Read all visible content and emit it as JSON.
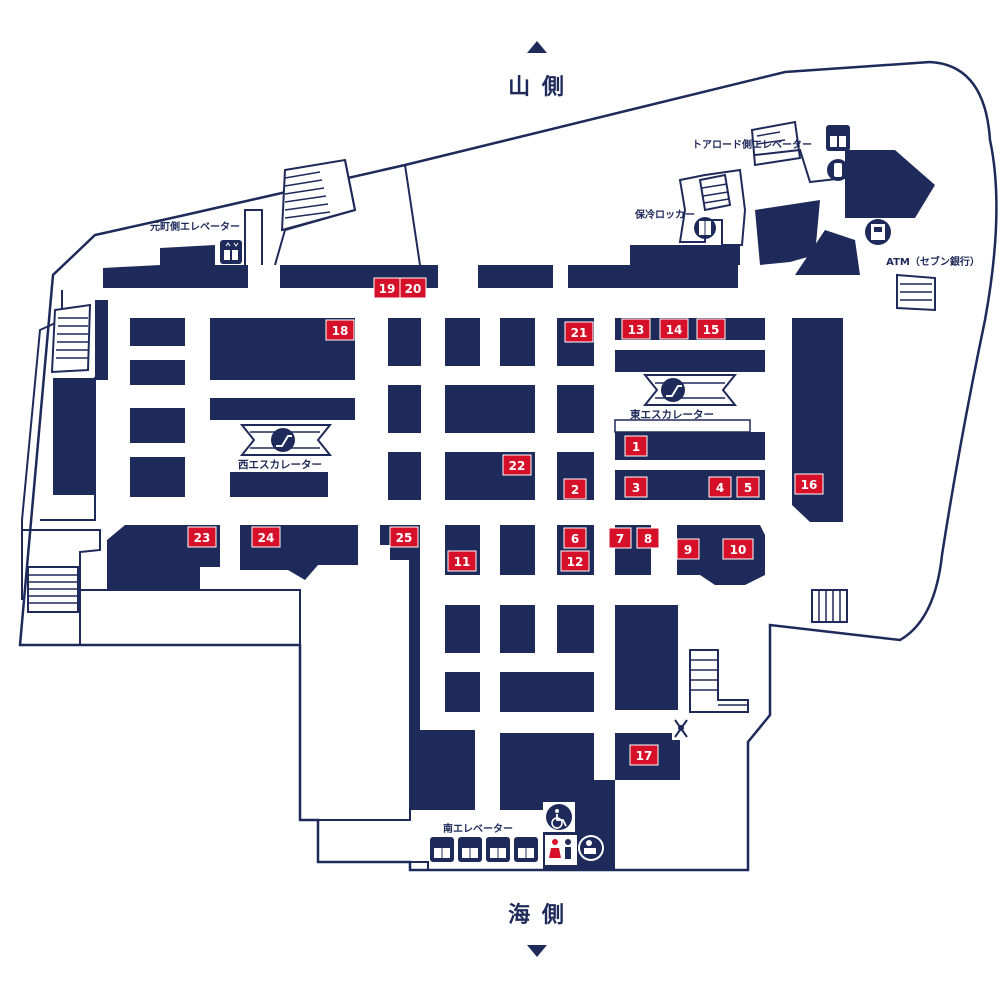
{
  "directions": {
    "north": "山 側",
    "south": "海 側"
  },
  "facilities": {
    "motomachi_elevator": "元町側エレベーター",
    "toa_road_elevator": "トアロード側エレベーター",
    "cold_storage_locker": "保冷ロッカー",
    "atm": "ATM（セブン銀行）",
    "west_escalator": "西エスカレーター",
    "east_escalator": "東エスカレーター",
    "south_elevator": "南エレベーター"
  },
  "shops": [
    {
      "id": "1"
    },
    {
      "id": "2"
    },
    {
      "id": "3"
    },
    {
      "id": "4"
    },
    {
      "id": "5"
    },
    {
      "id": "6"
    },
    {
      "id": "7"
    },
    {
      "id": "8"
    },
    {
      "id": "9"
    },
    {
      "id": "10"
    },
    {
      "id": "11"
    },
    {
      "id": "12"
    },
    {
      "id": "13"
    },
    {
      "id": "14"
    },
    {
      "id": "15"
    },
    {
      "id": "16"
    },
    {
      "id": "17"
    },
    {
      "id": "18"
    },
    {
      "id": "19"
    },
    {
      "id": "20"
    },
    {
      "id": "21"
    },
    {
      "id": "22"
    },
    {
      "id": "23"
    },
    {
      "id": "24"
    },
    {
      "id": "25"
    }
  ],
  "colors": {
    "navy": "#1e2a5a",
    "badge": "#d7102a",
    "restroom_male": "#1e2a5a",
    "restroom_female": "#d7102a"
  }
}
